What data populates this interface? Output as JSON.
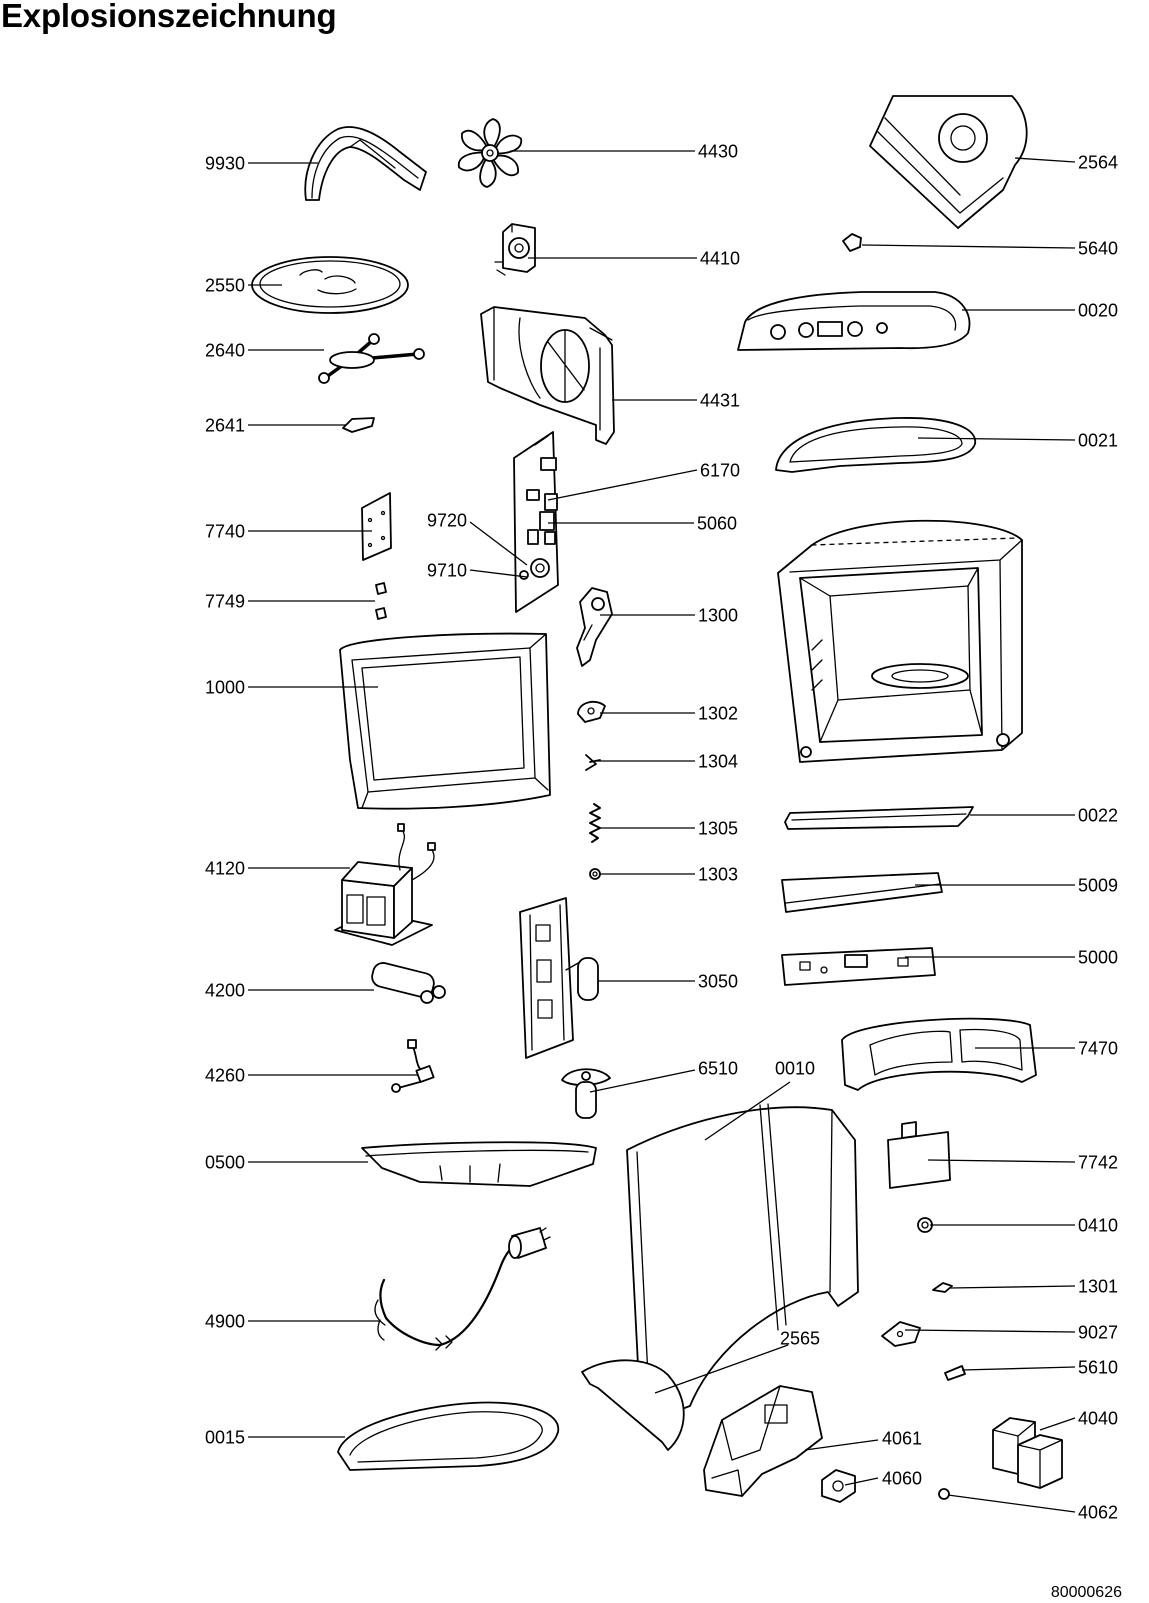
{
  "title": "Explosionszeichnung",
  "drawing_number": "80000626",
  "callouts": [
    "9930",
    "2550",
    "2640",
    "2641",
    "7740",
    "7749",
    "1000",
    "4120",
    "4200",
    "4260",
    "0500",
    "4900",
    "0015",
    "4430",
    "4410",
    "4431",
    "6170",
    "9720",
    "5060",
    "9710",
    "1300",
    "1302",
    "1304",
    "1305",
    "1303",
    "3050",
    "6510",
    "0010",
    "2565",
    "4061",
    "4060",
    "2564",
    "5640",
    "0020",
    "0021",
    "0022",
    "5009",
    "5000",
    "7470",
    "7742",
    "0410",
    "1301",
    "9027",
    "5610",
    "4040",
    "4062"
  ]
}
